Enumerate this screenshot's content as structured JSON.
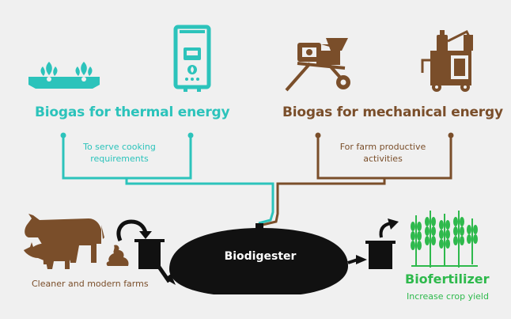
{
  "thermal": {
    "title": "Biogas for thermal energy",
    "subtitle": "To serve cooking requirements",
    "color": "#2cc3bb"
  },
  "mechanical": {
    "title": "Biogas for mechanical energy",
    "subtitle": "For farm productive activities",
    "color": "#7a4e2a"
  },
  "digester": {
    "label": "Biodigester",
    "color": "#111111"
  },
  "farms": {
    "caption": "Cleaner and modern farms"
  },
  "biofertilizer": {
    "title": "Biofertilizer",
    "caption": "Increase crop yield",
    "color": "#2eb94c"
  },
  "icons": [
    "stove-icon",
    "water-heater-icon",
    "mill-icon",
    "milking-machine-icon",
    "cow-icon",
    "pig-icon",
    "manure-icon",
    "inlet-tank-icon",
    "outlet-tank-icon",
    "wheat-icon"
  ]
}
